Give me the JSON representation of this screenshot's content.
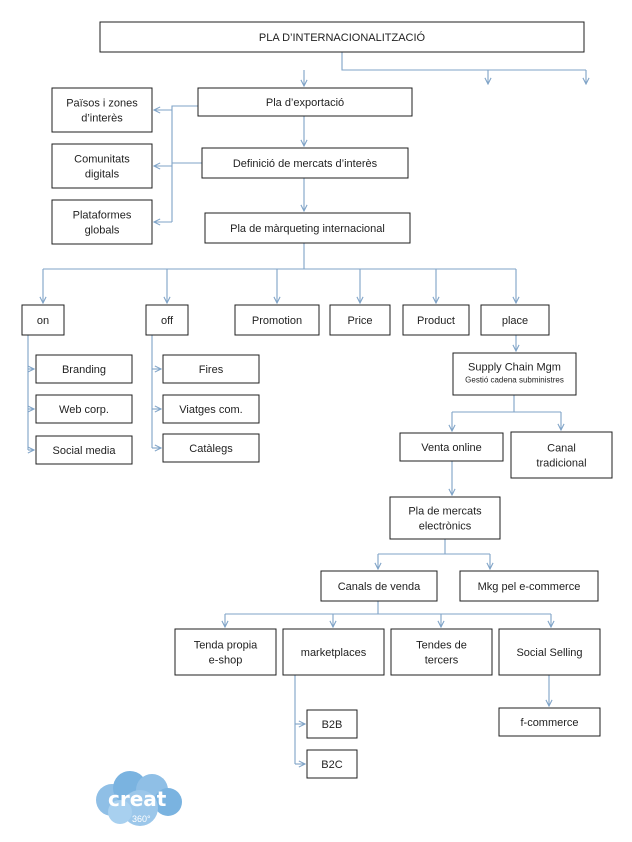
{
  "diagram": {
    "colors": {
      "connector": "#7fa3c7",
      "box_border": "#1f1f1f",
      "logo": "#6fa7d9"
    },
    "nodes": [
      {
        "id": "root",
        "lines": [
          "PLA D’INTERNACIONALITZACIÓ"
        ]
      },
      {
        "id": "export",
        "lines": [
          "Pla d’exportació"
        ]
      },
      {
        "id": "countries",
        "lines": [
          "Països i zones",
          "d’interès"
        ]
      },
      {
        "id": "communities",
        "lines": [
          "Comunitats",
          "digitals"
        ]
      },
      {
        "id": "platforms",
        "lines": [
          "Plataformes",
          "globals"
        ]
      },
      {
        "id": "markets",
        "lines": [
          "Definició de mercats d’interès"
        ]
      },
      {
        "id": "marketing",
        "lines": [
          "Pla de màrqueting internacional"
        ]
      },
      {
        "id": "on",
        "lines": [
          "on"
        ]
      },
      {
        "id": "off",
        "lines": [
          "off"
        ]
      },
      {
        "id": "promotion",
        "lines": [
          "Promotion"
        ]
      },
      {
        "id": "price",
        "lines": [
          "Price"
        ]
      },
      {
        "id": "product",
        "lines": [
          "Product"
        ]
      },
      {
        "id": "place",
        "lines": [
          "place"
        ]
      },
      {
        "id": "branding",
        "lines": [
          "Branding"
        ]
      },
      {
        "id": "webcorp",
        "lines": [
          "Web corp."
        ]
      },
      {
        "id": "socialmedia",
        "lines": [
          "Social media"
        ]
      },
      {
        "id": "fires",
        "lines": [
          "Fires"
        ]
      },
      {
        "id": "viatges",
        "lines": [
          "Viatges com."
        ]
      },
      {
        "id": "catalegs",
        "lines": [
          "Catàlegs"
        ]
      },
      {
        "id": "supply",
        "lines": [
          "Supply Chain Mgm",
          "Gestió cadena subministres"
        ]
      },
      {
        "id": "online",
        "lines": [
          "Venta online"
        ]
      },
      {
        "id": "canal",
        "lines": [
          "Canal",
          "tradicional"
        ]
      },
      {
        "id": "electronic",
        "lines": [
          "Pla de mercats",
          "electrònics"
        ]
      },
      {
        "id": "canals",
        "lines": [
          "Canals de venda"
        ]
      },
      {
        "id": "mkg",
        "lines": [
          "Mkg pel e-commerce"
        ]
      },
      {
        "id": "tenda",
        "lines": [
          "Tenda propia",
          "e-shop"
        ]
      },
      {
        "id": "marketplaces",
        "lines": [
          "marketplaces"
        ]
      },
      {
        "id": "tendes",
        "lines": [
          "Tendes de",
          "tercers"
        ]
      },
      {
        "id": "socialselling",
        "lines": [
          "Social Selling"
        ]
      },
      {
        "id": "b2b",
        "lines": [
          "B2B"
        ]
      },
      {
        "id": "b2c",
        "lines": [
          "B2C"
        ]
      },
      {
        "id": "fcommerce",
        "lines": [
          "f-commerce"
        ]
      }
    ]
  },
  "logo": {
    "name": "creat-360-logo",
    "text": "creat",
    "subtext": "360°"
  }
}
